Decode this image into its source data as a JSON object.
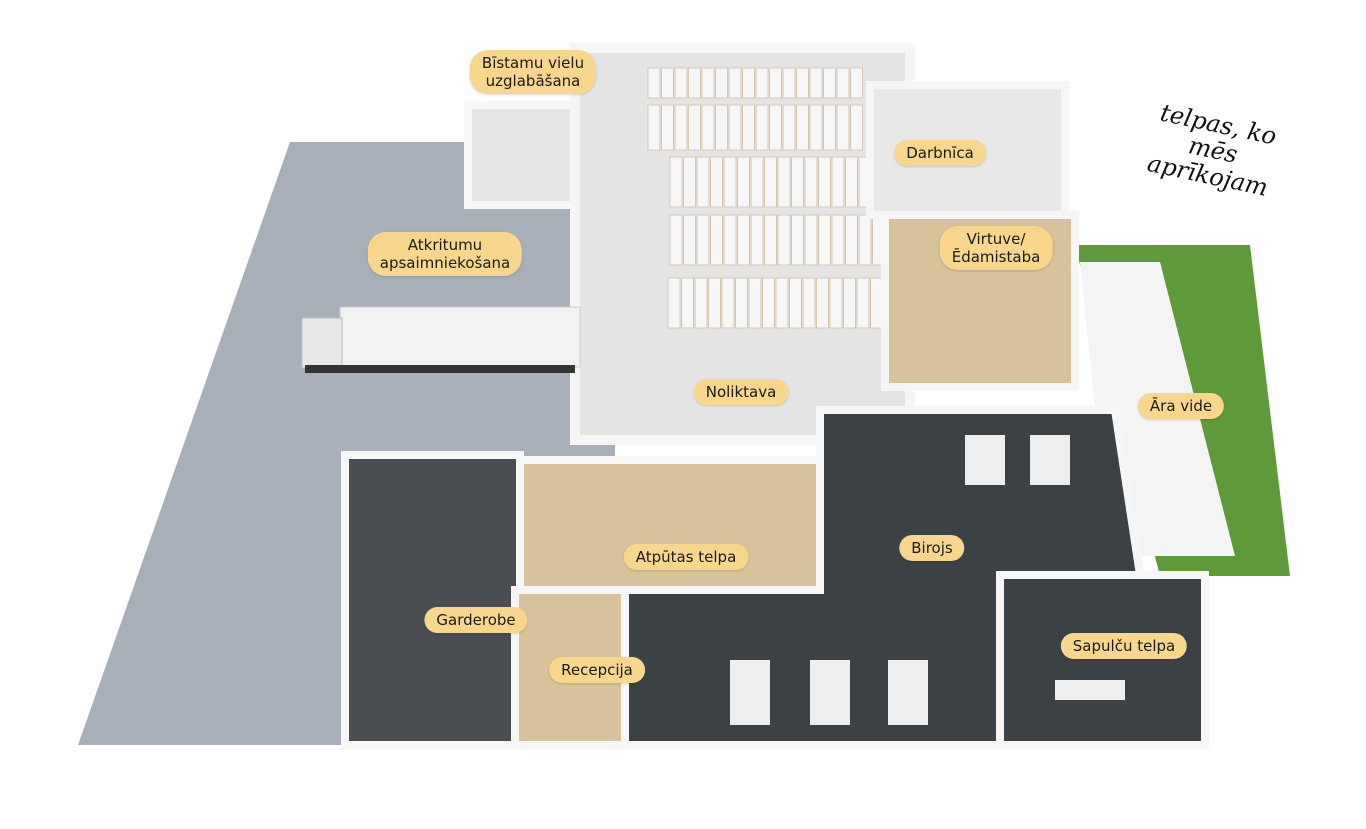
{
  "colors": {
    "label_bg": "#f8d68c",
    "lot": "#a9afb8",
    "office_floor": "#3c4146",
    "wood": "#d8c29c",
    "lawn": "#5f9a3a",
    "wall": "#f2f2f2"
  },
  "callout": {
    "line1": "telpas, ko mēs",
    "line2": "aprīkojam"
  },
  "rooms": {
    "hazardous_1": "Bīstamu vielu",
    "hazardous_2": "uzglabāšana",
    "waste_1": "Atkritumu",
    "waste_2": "apsaimniekošana",
    "warehouse": "Noliktava",
    "workshop": "Darbnīca",
    "kitchen_1": "Virtuve/",
    "kitchen_2": "Ēdamistaba",
    "outdoor": "Āra vide",
    "office": "Birojs",
    "lounge": "Atpūtas telpa",
    "wardrobe": "Garderobe",
    "reception": "Recepcija",
    "meeting": "Sapulču telpa"
  }
}
